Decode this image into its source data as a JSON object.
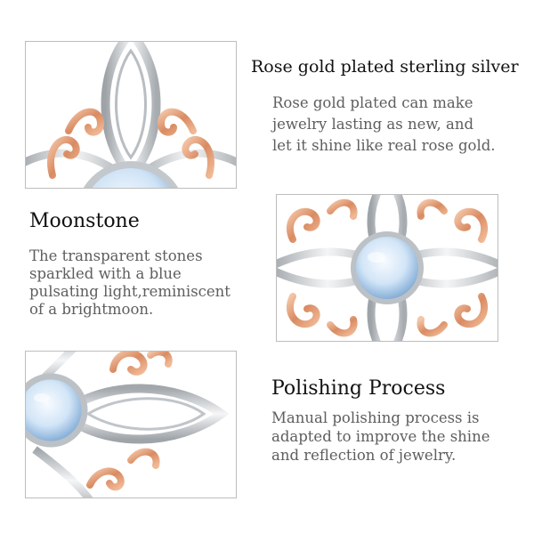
{
  "features": [
    {
      "title": "Rose gold plated sterling silver",
      "description": "Rose gold plated can make\njewelry lasting as new, and\nlet it shine like real rose gold."
    },
    {
      "title": "Moonstone",
      "description": "The transparent stones\nsparkled with a blue\npulsating light,reminiscent\nof a brightmoon."
    },
    {
      "title": "Polishing Process",
      "description": "Manual polishing process is\nadapted to improve the shine\nand reflection of jewelry."
    }
  ],
  "colors": {
    "silver": "#c9cdd1",
    "rose_gold": "#e3a07d",
    "moonstone": "#cfe3f6",
    "panel_border": "#bdbdbd"
  }
}
